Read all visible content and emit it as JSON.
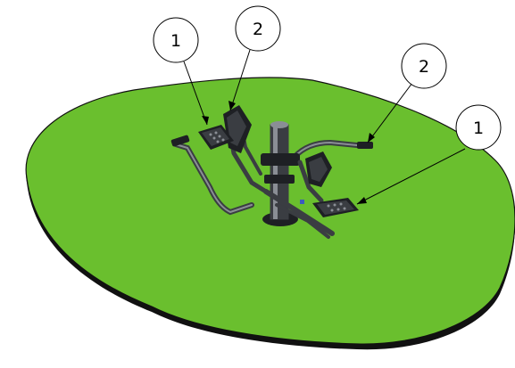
{
  "colors": {
    "ground_fill": "#6abf2e",
    "ground_outline": "#111111",
    "equipment": "#3a3d42",
    "equipment_light": "#8a8e95",
    "equipment_dark": "#1e2024",
    "callout_stroke": "#000000",
    "background": "#ffffff"
  },
  "callouts": [
    {
      "label": "1"
    },
    {
      "label": "2"
    },
    {
      "label": "2"
    },
    {
      "label": "1"
    }
  ]
}
